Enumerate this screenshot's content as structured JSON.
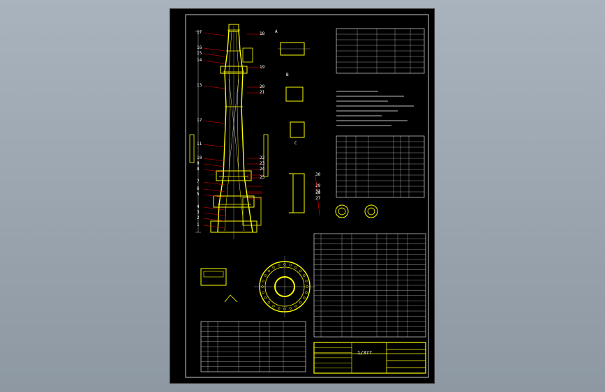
{
  "window": {
    "background": "#9aa4ae"
  },
  "colors": {
    "sheet": "#000000",
    "outline": "#ffff00",
    "text": "#ffffff",
    "leader": "#ff0000",
    "frame": "#ffffff"
  },
  "drawing": {
    "part_numbers_left": [
      "17",
      "16",
      "15",
      "14",
      "13",
      "12",
      "11",
      "10",
      "9",
      "8",
      "7",
      "6",
      "5",
      "4",
      "3",
      "2",
      "1"
    ],
    "part_numbers_right": [
      "18",
      "19",
      "20",
      "21",
      "22",
      "23",
      "24",
      "25",
      "31",
      "30",
      "29",
      "28",
      "27"
    ],
    "section_labels": [
      "A",
      "B",
      "C"
    ],
    "title_block_number": "1/3??"
  }
}
